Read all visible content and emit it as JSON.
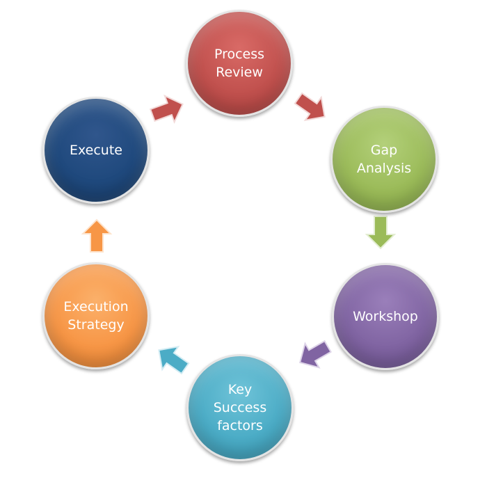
{
  "nodes": [
    {
      "id": "process",
      "label": "Process\nReview"
    },
    {
      "id": "gap",
      "label": "Gap\nAnalysis"
    },
    {
      "id": "workshop",
      "label": "Workshop"
    },
    {
      "id": "key",
      "label": "Key\nSuccess\nfactors"
    },
    {
      "id": "strategy",
      "label": "Execution\nStrategy"
    },
    {
      "id": "execute",
      "label": "Execute"
    }
  ],
  "colors": {
    "process_review": "#c0504d",
    "gap_analysis": "#9bbb59",
    "workshop": "#8064a2",
    "key_success_factors": "#4bacc6",
    "execution_strategy": "#f79646",
    "execute": "#1f497d"
  }
}
